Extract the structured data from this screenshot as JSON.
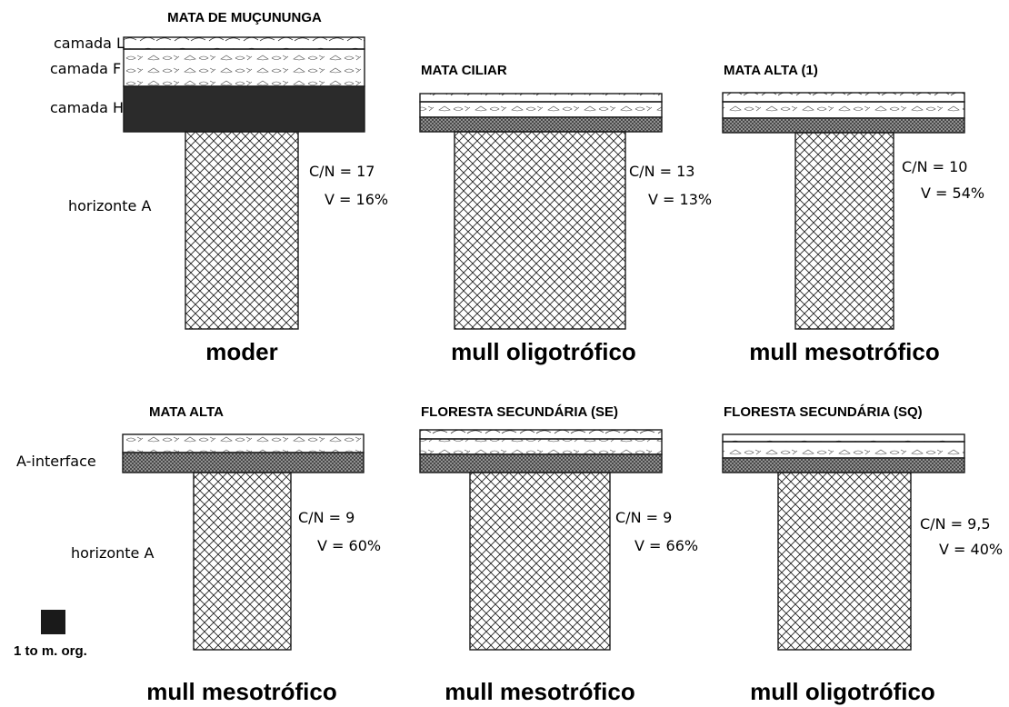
{
  "diagram": {
    "colors": {
      "ink": "#1a1a1a",
      "organic_layer": "#2b2b2b",
      "stipple_fill": "#8a8a8a",
      "background": "#ffffff"
    },
    "side_labels": {
      "camada_l": "camada L",
      "camada_f": "camada F",
      "camada_h": "camada H",
      "horizonte_a_top": "horizonte A",
      "a_interface": "A-interface",
      "horizonte_a_bottom": "horizonte A"
    },
    "legend": {
      "label": "1 to m. org."
    },
    "panels": [
      {
        "id": "mata-de-mucununga",
        "title": "MATA DE MUÇUNUNGA",
        "cn": "C/N = 17",
        "v": "V = 16%",
        "humus_type": "moder"
      },
      {
        "id": "mata-ciliar",
        "title": "MATA CILIAR",
        "cn": "C/N = 13",
        "v": "V = 13%",
        "humus_type": "mull oligotrófico"
      },
      {
        "id": "mata-alta-1",
        "title": "MATA ALTA (1)",
        "cn": "C/N = 10",
        "v": "V = 54%",
        "humus_type": "mull mesotrófico"
      },
      {
        "id": "mata-alta",
        "title": "MATA ALTA",
        "cn": "C/N = 9",
        "v": "V = 60%",
        "humus_type": "mull mesotrófico"
      },
      {
        "id": "floresta-secundaria-se",
        "title": "FLORESTA SECUNDÁRIA (SE)",
        "cn": "C/N = 9",
        "v": "V = 66%",
        "humus_type": "mull mesotrófico"
      },
      {
        "id": "floresta-secundaria-sq",
        "title": "FLORESTA SECUNDÁRIA (SQ)",
        "cn": "C/N = 9,5",
        "v": "V = 40%",
        "humus_type": "mull oligotrófico"
      }
    ]
  }
}
